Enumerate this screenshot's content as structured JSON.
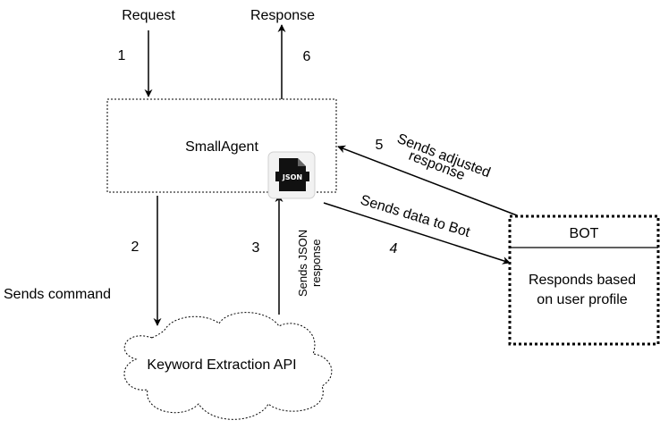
{
  "nodes": {
    "smallagent": {
      "label": "SmallAgent"
    },
    "bot": {
      "title": "BOT",
      "body_line1": "Responds based",
      "body_line2": "on user profile"
    },
    "api": {
      "label": "Keyword Extraction API"
    }
  },
  "edges": {
    "request": {
      "label": "Request",
      "step": "1"
    },
    "response": {
      "label": "Response",
      "step": "6"
    },
    "sends_command": {
      "label": "Sends command",
      "step": "2"
    },
    "sends_json": {
      "label_line1": "Sends JSON",
      "label_line2": "response",
      "step": "3"
    },
    "sends_data": {
      "label": "Sends data to Bot",
      "step": "4"
    },
    "sends_adjusted": {
      "label_line1": "Sends adjusted",
      "label_line2": "response",
      "step": "5"
    }
  },
  "icons": {
    "json_file": {
      "name": "json-file-icon",
      "text": "JSON"
    }
  },
  "colors": {
    "line": "#000000",
    "background": "#ffffff"
  }
}
